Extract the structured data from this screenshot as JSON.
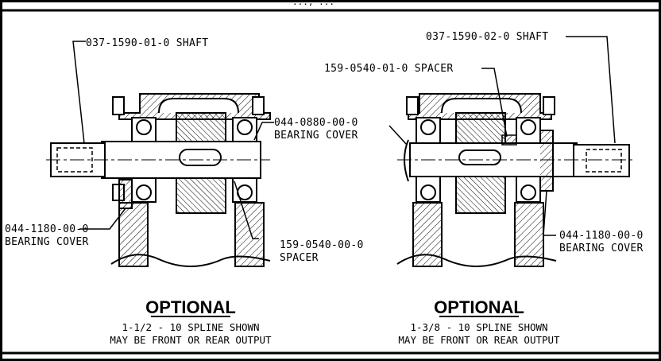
{
  "header": {
    "partial_text": "..., ..."
  },
  "left_assembly": {
    "shaft_label": "037-1590-01-0 SHAFT",
    "bearing_cover_top_line1": "044-0880-00-0",
    "bearing_cover_top_line2": "BEARING COVER",
    "bearing_cover_bottom_line1": "044-1180-00-0",
    "bearing_cover_bottom_line2": "BEARING COVER",
    "spacer_line1": "159-0540-00-0",
    "spacer_line2": "SPACER",
    "heading": "OPTIONAL",
    "caption_line1": "1-1/2 - 10 SPLINE SHOWN",
    "caption_line2": "MAY BE FRONT OR REAR OUTPUT"
  },
  "right_assembly": {
    "shaft_label": "037-1590-02-0 SHAFT",
    "spacer_label": "159-0540-01-0 SPACER",
    "bearing_cover_line1": "044-1180-00-0",
    "bearing_cover_line2": "BEARING COVER",
    "heading": "OPTIONAL",
    "caption_line1": "1-3/8 - 10 SPLINE SHOWN",
    "caption_line2": "MAY BE FRONT OR REAR OUTPUT"
  }
}
